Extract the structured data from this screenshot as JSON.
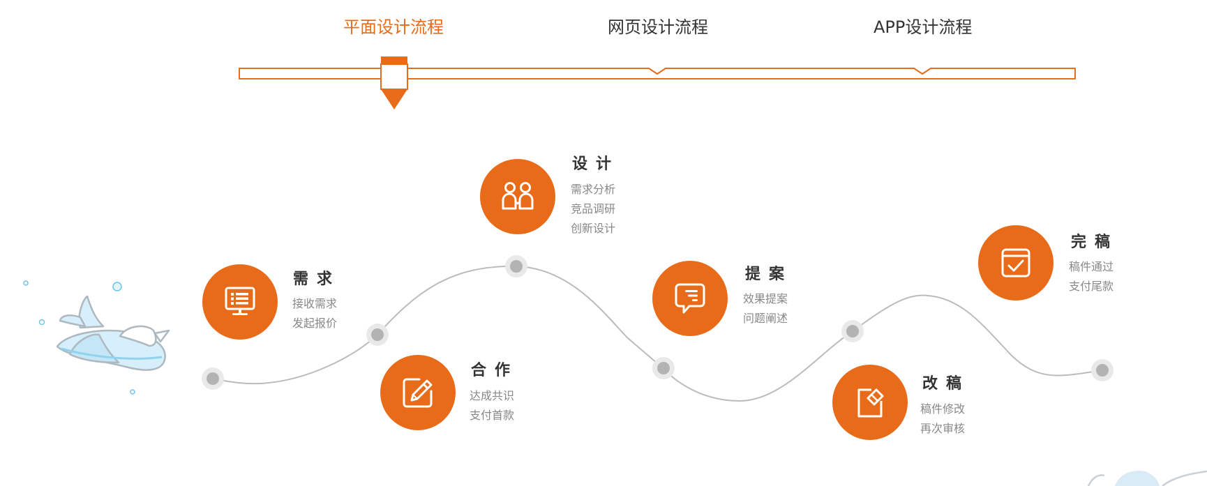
{
  "tabs": [
    {
      "label": "平面设计流程",
      "active": true
    },
    {
      "label": "网页设计流程",
      "active": false
    },
    {
      "label": "APP设计流程",
      "active": false
    }
  ],
  "steps": [
    {
      "title": "需求",
      "lines": [
        "接收需求",
        "发起报价"
      ],
      "icon": "monitor-list-icon"
    },
    {
      "title": "合作",
      "lines": [
        "达成共识",
        "支付首款"
      ],
      "icon": "edit-pen-icon"
    },
    {
      "title": "设计",
      "lines": [
        "需求分析",
        "竞品调研",
        "创新设计"
      ],
      "icon": "team-people-icon"
    },
    {
      "title": "提案",
      "lines": [
        "效果提案",
        "问题阐述"
      ],
      "icon": "chat-bubble-icon"
    },
    {
      "title": "改稿",
      "lines": [
        "稿件修改",
        "再次审核"
      ],
      "icon": "eraser-doc-icon"
    },
    {
      "title": "完稿",
      "lines": [
        "稿件通过",
        "支付尾款"
      ],
      "icon": "calendar-check-icon"
    }
  ],
  "colors": {
    "accent": "#e86b1a",
    "text": "#333333",
    "muted": "#888888",
    "curve": "#bbbbbb",
    "dot": "#b3b3b3",
    "dot_halo": "#e9e9e9"
  },
  "decorations": [
    "airplane-illustration",
    "partial-illustration"
  ]
}
